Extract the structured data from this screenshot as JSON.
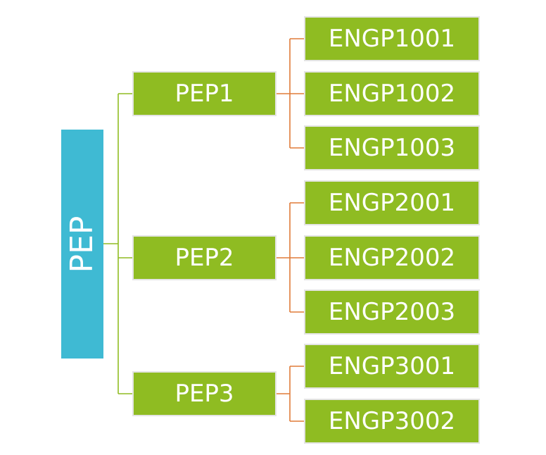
{
  "colors": {
    "root_fill": "#3fbad3",
    "node_fill": "#8fbc22",
    "root_connector": "#8fbc22",
    "child_connector": "#e07b39"
  },
  "root": {
    "label": "PEP"
  },
  "groups": [
    {
      "label": "PEP1",
      "children": [
        "ENGP1001",
        "ENGP1002",
        "ENGP1003"
      ]
    },
    {
      "label": "PEP2",
      "children": [
        "ENGP2001",
        "ENGP2002",
        "ENGP2003"
      ]
    },
    {
      "label": "PEP3",
      "children": [
        "ENGP3001",
        "ENGP3002"
      ]
    }
  ]
}
